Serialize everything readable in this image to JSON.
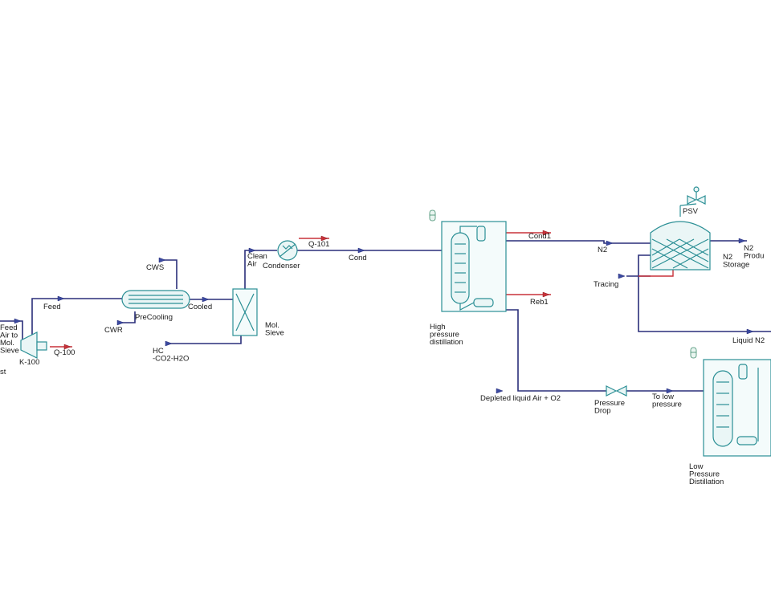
{
  "labels": {
    "feed_air": "Feed\nAir to\nMol.\nSieve",
    "st": "st",
    "k100": "K-100",
    "q100": "Q-100",
    "feed": "Feed",
    "cws": "CWS",
    "cwr": "CWR",
    "precooling": "PreCooling",
    "cooled": "Cooled",
    "hc": "HC\n-CO2-H2O",
    "mol_sieve": "Mol.\nSieve",
    "clean_air": "Clean\nAir",
    "condenser": "Condenser",
    "q101": "Q-101",
    "cond": "Cond",
    "cond1": "Cond1",
    "reb1": "Reb1",
    "hp_distillation": "High\npressure\ndistillation",
    "n2": "N2",
    "psv": "PSV",
    "tracing": "Tracing",
    "n2_storage": "N2\nStorage",
    "n2_product": "N2\nProdu",
    "liquid_n2": "Liquid N2",
    "depleted": "Depleted liquid Air + O2",
    "pressure_drop": "Pressure\nDrop",
    "to_low_pressure": "To low\npressure",
    "lp_distillation": "Low\nPressure\nDistillation"
  },
  "colors": {
    "stream": "#2a2f7a",
    "energy_stream": "#c8323a",
    "equipment": "#2b8f95"
  }
}
